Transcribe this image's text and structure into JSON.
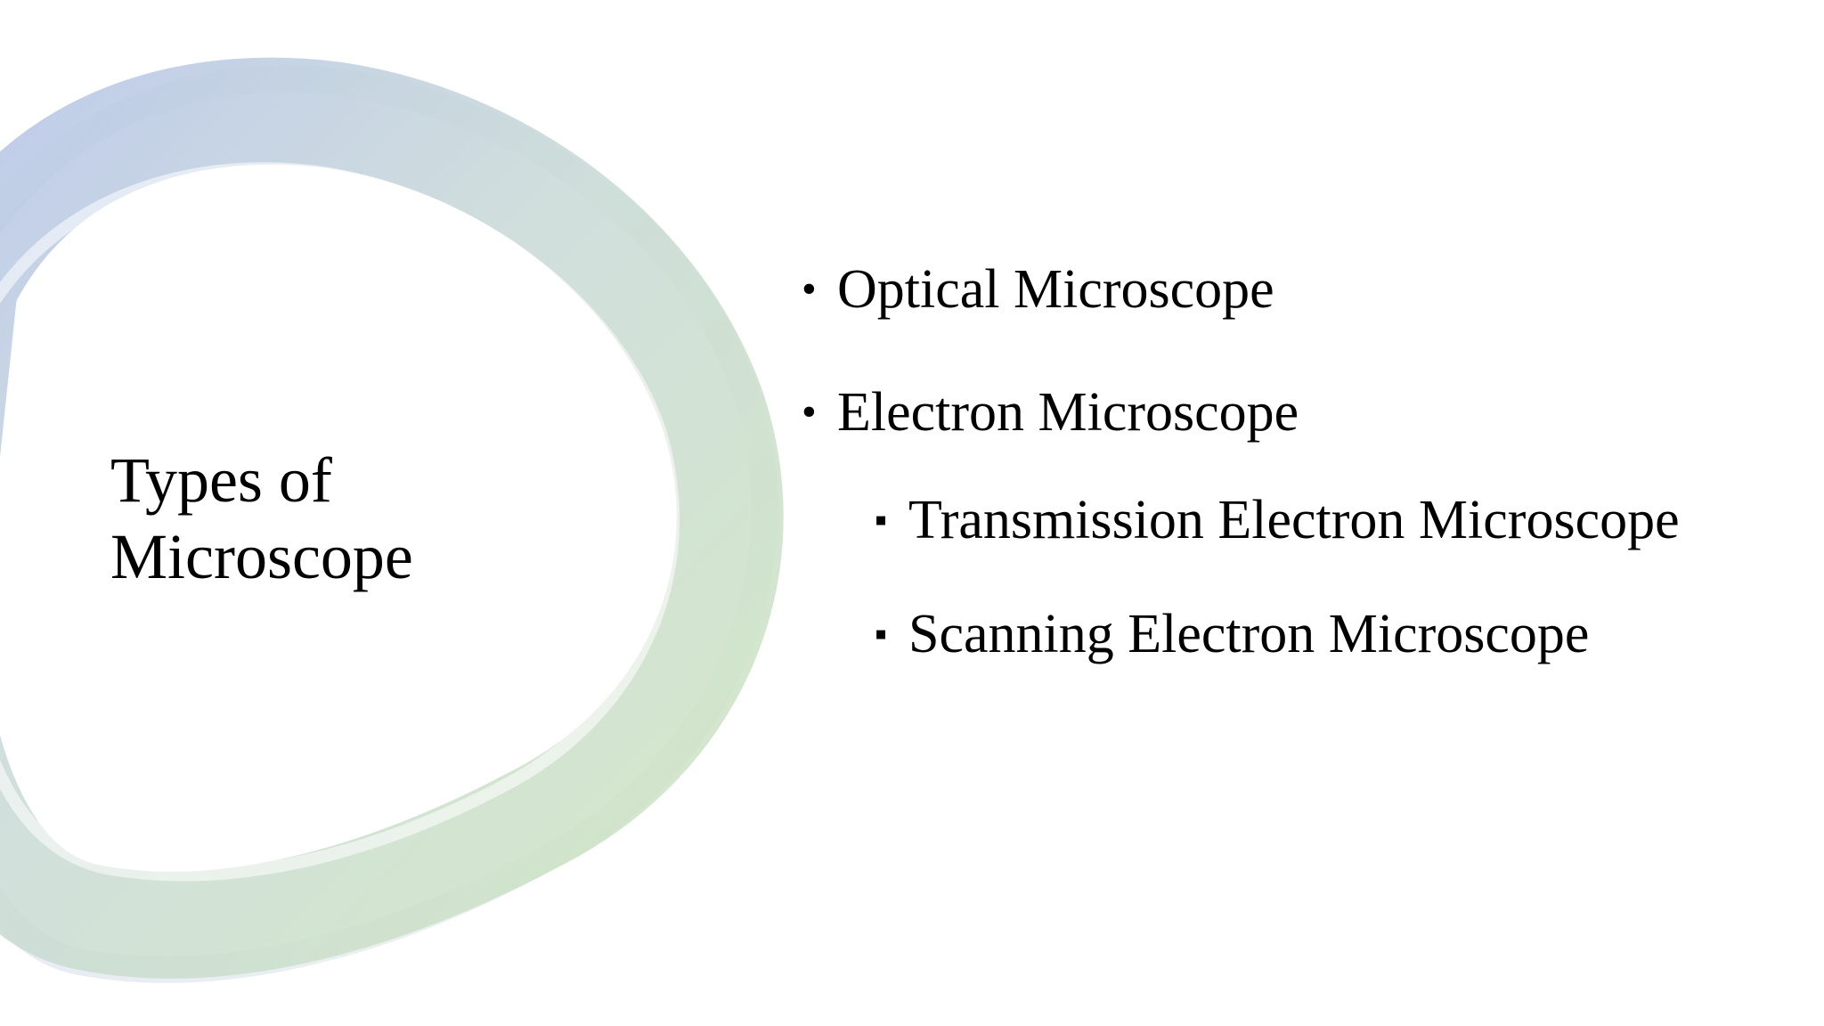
{
  "slide": {
    "title_lines": [
      "Types of",
      "Microscope"
    ],
    "bullets": [
      {
        "label": "Optical Microscope",
        "level": 1
      },
      {
        "label": "Electron Microscope",
        "level": 1
      },
      {
        "label": "Transmission Electron Microscope",
        "level": 2
      },
      {
        "label": "Scanning Electron Microscope",
        "level": 2
      }
    ],
    "markers": {
      "level1": "•",
      "level2": "▪"
    }
  },
  "colors": {
    "ring_blue": "#b8c6e6",
    "ring_teal": "#c9d9d7",
    "ring_green": "#cfe3c2",
    "text": "#000000",
    "background": "#ffffff"
  }
}
